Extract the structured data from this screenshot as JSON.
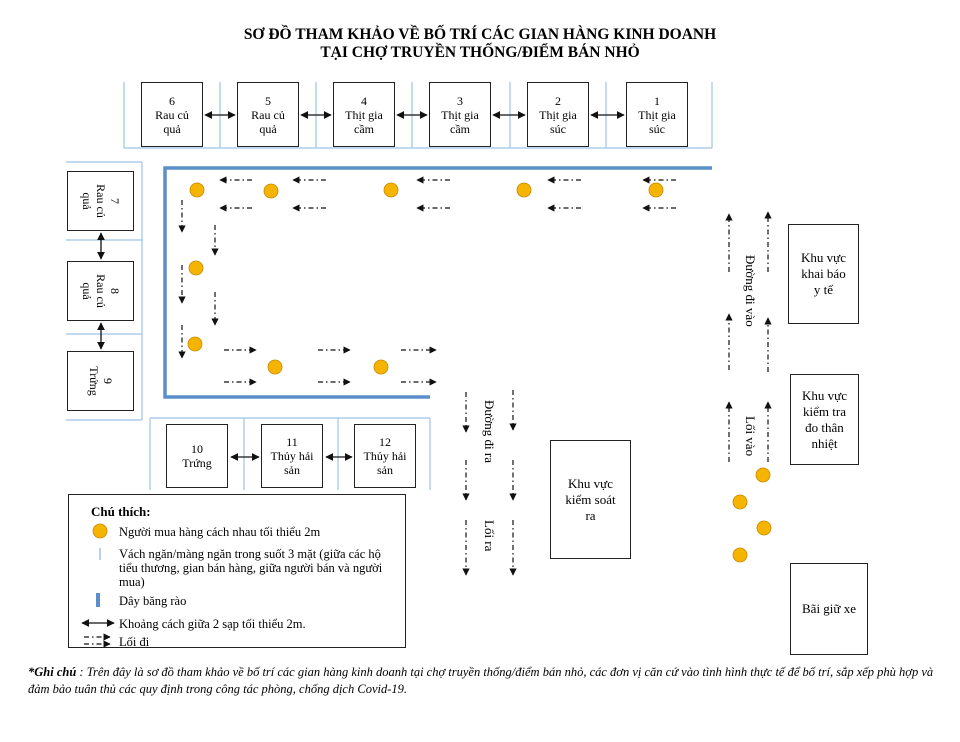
{
  "title": {
    "line1": "SƠ ĐỒ THAM KHẢO VỀ BỐ TRÍ CÁC GIAN HÀNG KINH DOANH",
    "line2": "TẠI CHỢ TRUYỀN THỐNG/ĐIỂM BÁN NHỎ"
  },
  "stalls_top": [
    {
      "num": "6",
      "name_l1": "Rau củ",
      "name_l2": "quả"
    },
    {
      "num": "5",
      "name_l1": "Rau củ",
      "name_l2": "quả"
    },
    {
      "num": "4",
      "name_l1": "Thịt gia",
      "name_l2": "cầm"
    },
    {
      "num": "3",
      "name_l1": "Thịt gia",
      "name_l2": "cầm"
    },
    {
      "num": "2",
      "name_l1": "Thịt gia",
      "name_l2": "súc"
    },
    {
      "num": "1",
      "name_l1": "Thịt gia",
      "name_l2": "súc"
    }
  ],
  "stalls_left": [
    {
      "num": "7",
      "name_l1": "Rau củ",
      "name_l2": "quả"
    },
    {
      "num": "8",
      "name_l1": "Rau củ",
      "name_l2": "quả"
    },
    {
      "num": "9",
      "name_l1": "Trứng",
      "name_l2": ""
    }
  ],
  "stalls_bottom": [
    {
      "num": "10",
      "name_l1": "Trứng",
      "name_l2": ""
    },
    {
      "num": "11",
      "name_l1": "Thủy hải",
      "name_l2": "sản"
    },
    {
      "num": "12",
      "name_l1": "Thủy hải",
      "name_l2": "sản"
    }
  ],
  "zones": {
    "health_declaration": {
      "l1": "Khu vực",
      "l2": "khai báo",
      "l3": "y tế"
    },
    "temperature_check": {
      "l1": "Khu vực",
      "l2": "kiểm tra",
      "l3": "đo thân",
      "l4": "nhiệt"
    },
    "exit_control": {
      "l1": "Khu vực",
      "l2": "kiểm soát",
      "l3": "ra"
    },
    "parking": {
      "l1": "Bãi giữ xe"
    }
  },
  "paths": {
    "entry_road": "Đường đi vào",
    "entrance": "Lối vào",
    "exit_road": "Đường đi ra",
    "exit": "Lối ra"
  },
  "legend": {
    "title": "Chú thích:",
    "shopper": "Người mua hàng cách nhau tối thiểu 2m",
    "partition": "Vách ngăn/màng ngăn trong suốt 3 mặt (giữa các hộ tiểu thương, gian bán hàng, giữa người bán và người mua)",
    "barrier": "Dây băng rào",
    "distance": "Khoảng cách giữa 2 sạp tối thiểu 2m.",
    "walkway": "Lối đi"
  },
  "note": {
    "label": "*Ghi chú",
    "text": ": Trên đây là sơ đồ tham khảo về bố trí các gian hàng kinh doanh tại chợ truyền thống/điểm bán nhỏ, các đơn vị căn cứ vào tình hình thực tế để bố trí, sắp xếp phù hợp và đảm bảo tuân thủ các quy định trong công tác phòng, chống dịch Covid-19."
  },
  "colors": {
    "shopper_fill": "#f5b400",
    "shopper_stroke": "#c98a00",
    "barrier": "#5b8fc9",
    "partition": "#9cc3e6",
    "line": "#111111"
  }
}
